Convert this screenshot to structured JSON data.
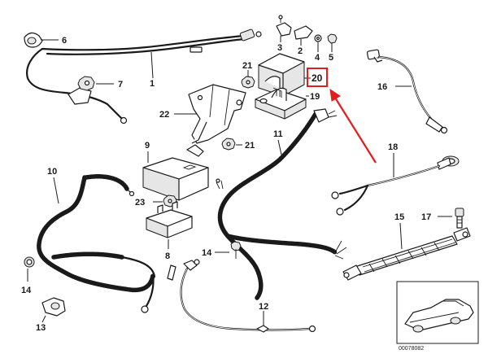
{
  "diagram": {
    "callouts": {
      "c1": "1",
      "c2": "2",
      "c3": "3",
      "c4": "4",
      "c5": "5",
      "c6": "6",
      "c7": "7",
      "c8": "8",
      "c9": "9",
      "c10": "10",
      "c11": "11",
      "c12": "12",
      "c13": "13",
      "c14a": "14",
      "c14b": "14",
      "c15": "15",
      "c16": "16",
      "c17": "17",
      "c18": "18",
      "c19": "19",
      "c20": "20",
      "c21a": "21",
      "c21b": "21",
      "c22": "22",
      "c23": "23"
    },
    "highlight": {
      "part": "20",
      "color": "#e01e1e"
    },
    "thumbnail": {
      "code": "00078082"
    }
  }
}
